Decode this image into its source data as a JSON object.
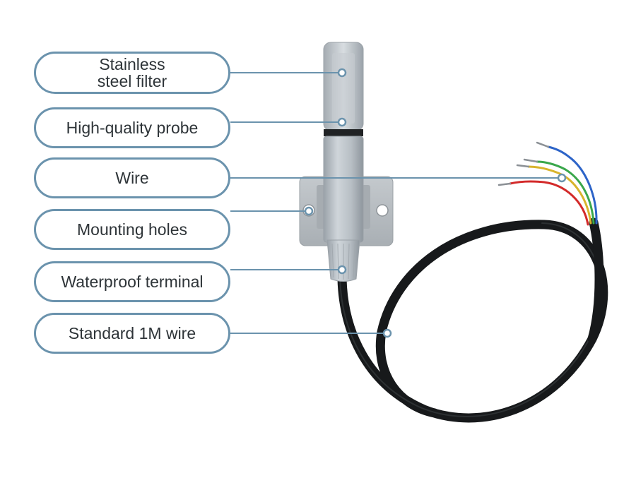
{
  "callouts": [
    {
      "label": "Stainless\nsteel filter"
    },
    {
      "label": "High-quality probe"
    },
    {
      "label": "Wire"
    },
    {
      "label": "Mounting holes"
    },
    {
      "label": "Waterproof terminal"
    },
    {
      "label": "Standard 1M wire"
    }
  ],
  "colors": {
    "callout_border": "#6b93ad",
    "leader_line": "#6b93ad",
    "probe_body": "#b9c0c6",
    "bracket": "#b7bdc2",
    "cable": "#17191b",
    "wire_red": "#d32a2a",
    "wire_yellow": "#d8b42c",
    "wire_green": "#3aa74b",
    "wire_blue": "#2d64c8"
  }
}
